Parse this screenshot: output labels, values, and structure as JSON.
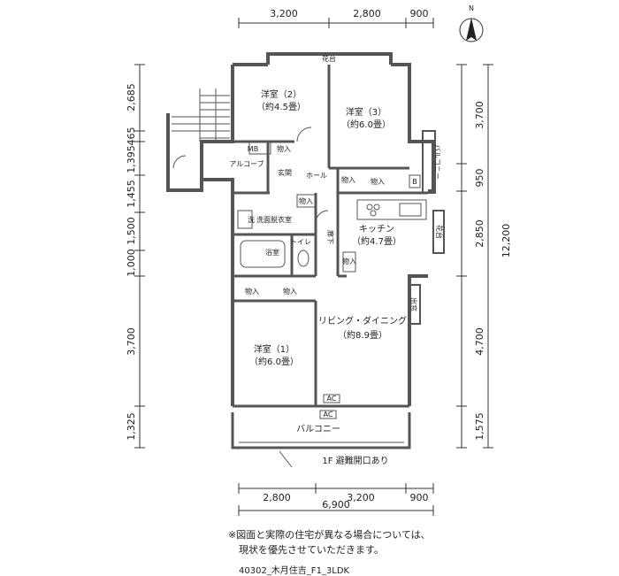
{
  "dims": {
    "top": [
      "3,200",
      "2,800",
      "900"
    ],
    "bottom": [
      "2,800",
      "3,200",
      "900"
    ],
    "bottom_total": "6,900",
    "left": [
      "2,685",
      "465",
      "1,395",
      "1,455",
      "1,500",
      "1,000",
      "3,700",
      "1,325"
    ],
    "right": [
      "3,700",
      "950",
      "2,850",
      "4,700",
      "1,575"
    ],
    "right_total": "12,200"
  },
  "compass": "N",
  "rooms": {
    "kadai_top": "花台",
    "room2": "洋室（2）",
    "room2_size": "（約4.5畳）",
    "room3": "洋室（3）",
    "room3_size": "（約6.0畳）",
    "mb": "MB",
    "storage_a": "物入",
    "alcove": "アルコーブ",
    "genkan": "玄関",
    "hall": "ホール",
    "storage_b": "物入",
    "storage_c": "物入",
    "b": "B",
    "balcony_side": "バルコニー",
    "storage_d": "物入",
    "wash": "洗",
    "dressing": "洗面脱衣室",
    "kitchen": "キッチン",
    "kitchen_size": "（約4.7畳）",
    "corridor": "廊下",
    "kadai_side": "花台",
    "bath": "浴室",
    "toilet": "トイレ",
    "storage_e": "物入",
    "storage_f": "物入",
    "storage_g": "物入",
    "window": "出窓",
    "living": "リビング・ダイニング",
    "living_size": "（約8.9畳）",
    "room1": "洋室（1）",
    "room1_size": "（約6.0畳）",
    "ac1": "AC",
    "ac2": "AC",
    "balcony": "バルコニー",
    "escape": "1F 避難開口あり"
  },
  "note_line1": "※図面と実際の住宅が異なる場合については、",
  "note_line2": "現状を優先させていただきます。",
  "code": "40302_木月住吉_F1_3LDK"
}
